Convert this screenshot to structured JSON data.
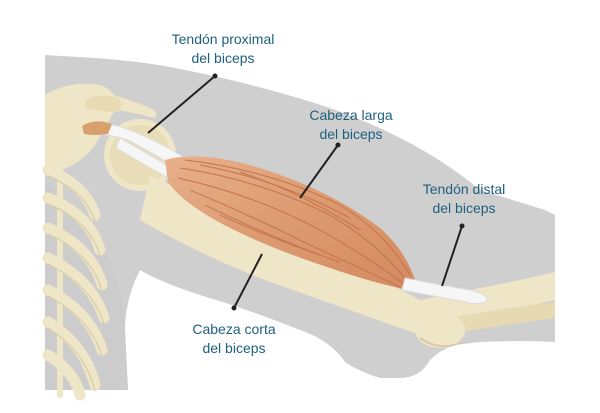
{
  "labels": {
    "proximal": {
      "line1": "Tendón proximal",
      "line2": "del biceps"
    },
    "long_head": {
      "line1": "Cabeza larga",
      "line2": "del biceps"
    },
    "distal": {
      "line1": "Tendón distal",
      "line2": "del biceps"
    },
    "short_head": {
      "line1": "Cabeza corta",
      "line2": "del biceps"
    }
  },
  "colors": {
    "skin": "#cfcfcf",
    "bone": "#efe6c8",
    "bone_shadow": "#d8cba4",
    "muscle": "#e0a07a",
    "muscle_dark": "#c9784f",
    "tendon": "#f6f6f6",
    "label_text": "#1f5f7f",
    "leader_line": "#222222"
  }
}
